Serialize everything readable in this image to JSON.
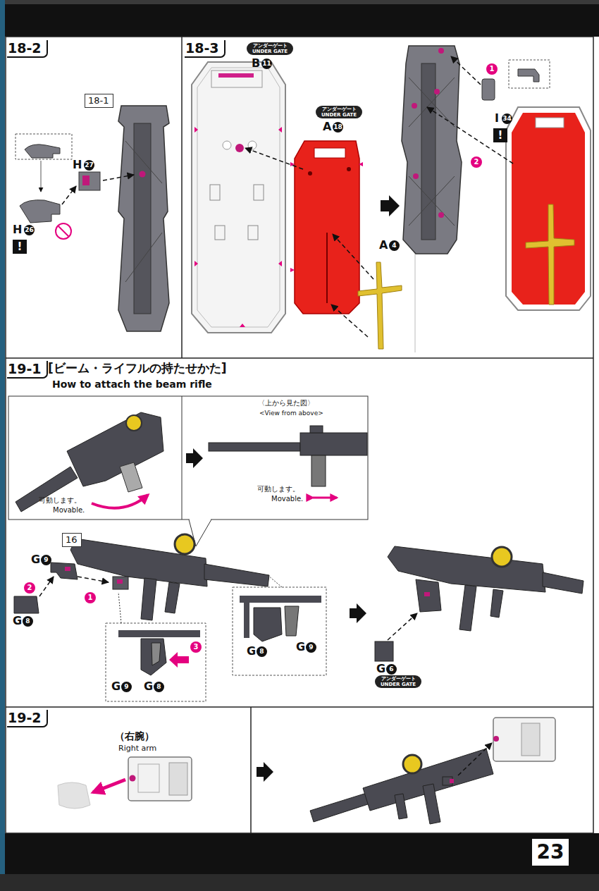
{
  "diagram": {
    "nodes": [
      {
        "text": [
          "18-2"
        ]
      },
      {
        "text": [
          "18-1"
        ]
      },
      {
        "text": [
          "!"
        ]
      },
      {
        "text": [
          "18-3"
        ]
      },
      {
        "text": [
          "アンダーゲート",
          "UNDER GATE"
        ]
      },
      {
        "text": [
          "アンダーゲート",
          "UNDER GATE"
        ]
      },
      {
        "text": [
          "!"
        ]
      },
      {
        "text": [
          "19-1"
        ]
      },
      {
        "text": [
          "16"
        ]
      },
      {
        "text": [
          "アンダーゲート",
          "UNDER GATE"
        ]
      },
      {
        "text": [
          "19-2"
        ]
      },
      {
        "text": [
          "23"
        ]
      }
    ],
    "labels": [
      "H",
      "27",
      "H",
      "26",
      "B",
      "11",
      "A",
      "18",
      "A",
      "4",
      "1",
      "I",
      "34",
      "2",
      "[ビーム・ライフルの持たせかた]",
      "How to attach the beam rifle",
      "可動します。",
      "Movable.",
      "〈上から見た図〉",
      "<View from above>",
      "可動します。",
      "Movable.",
      "G",
      "9",
      "2",
      "G",
      "8",
      "1",
      "G",
      "9",
      "G",
      "8",
      "3",
      "G",
      "8",
      "G",
      "9",
      "G",
      "6",
      "（右腕）",
      "Right arm"
    ]
  }
}
